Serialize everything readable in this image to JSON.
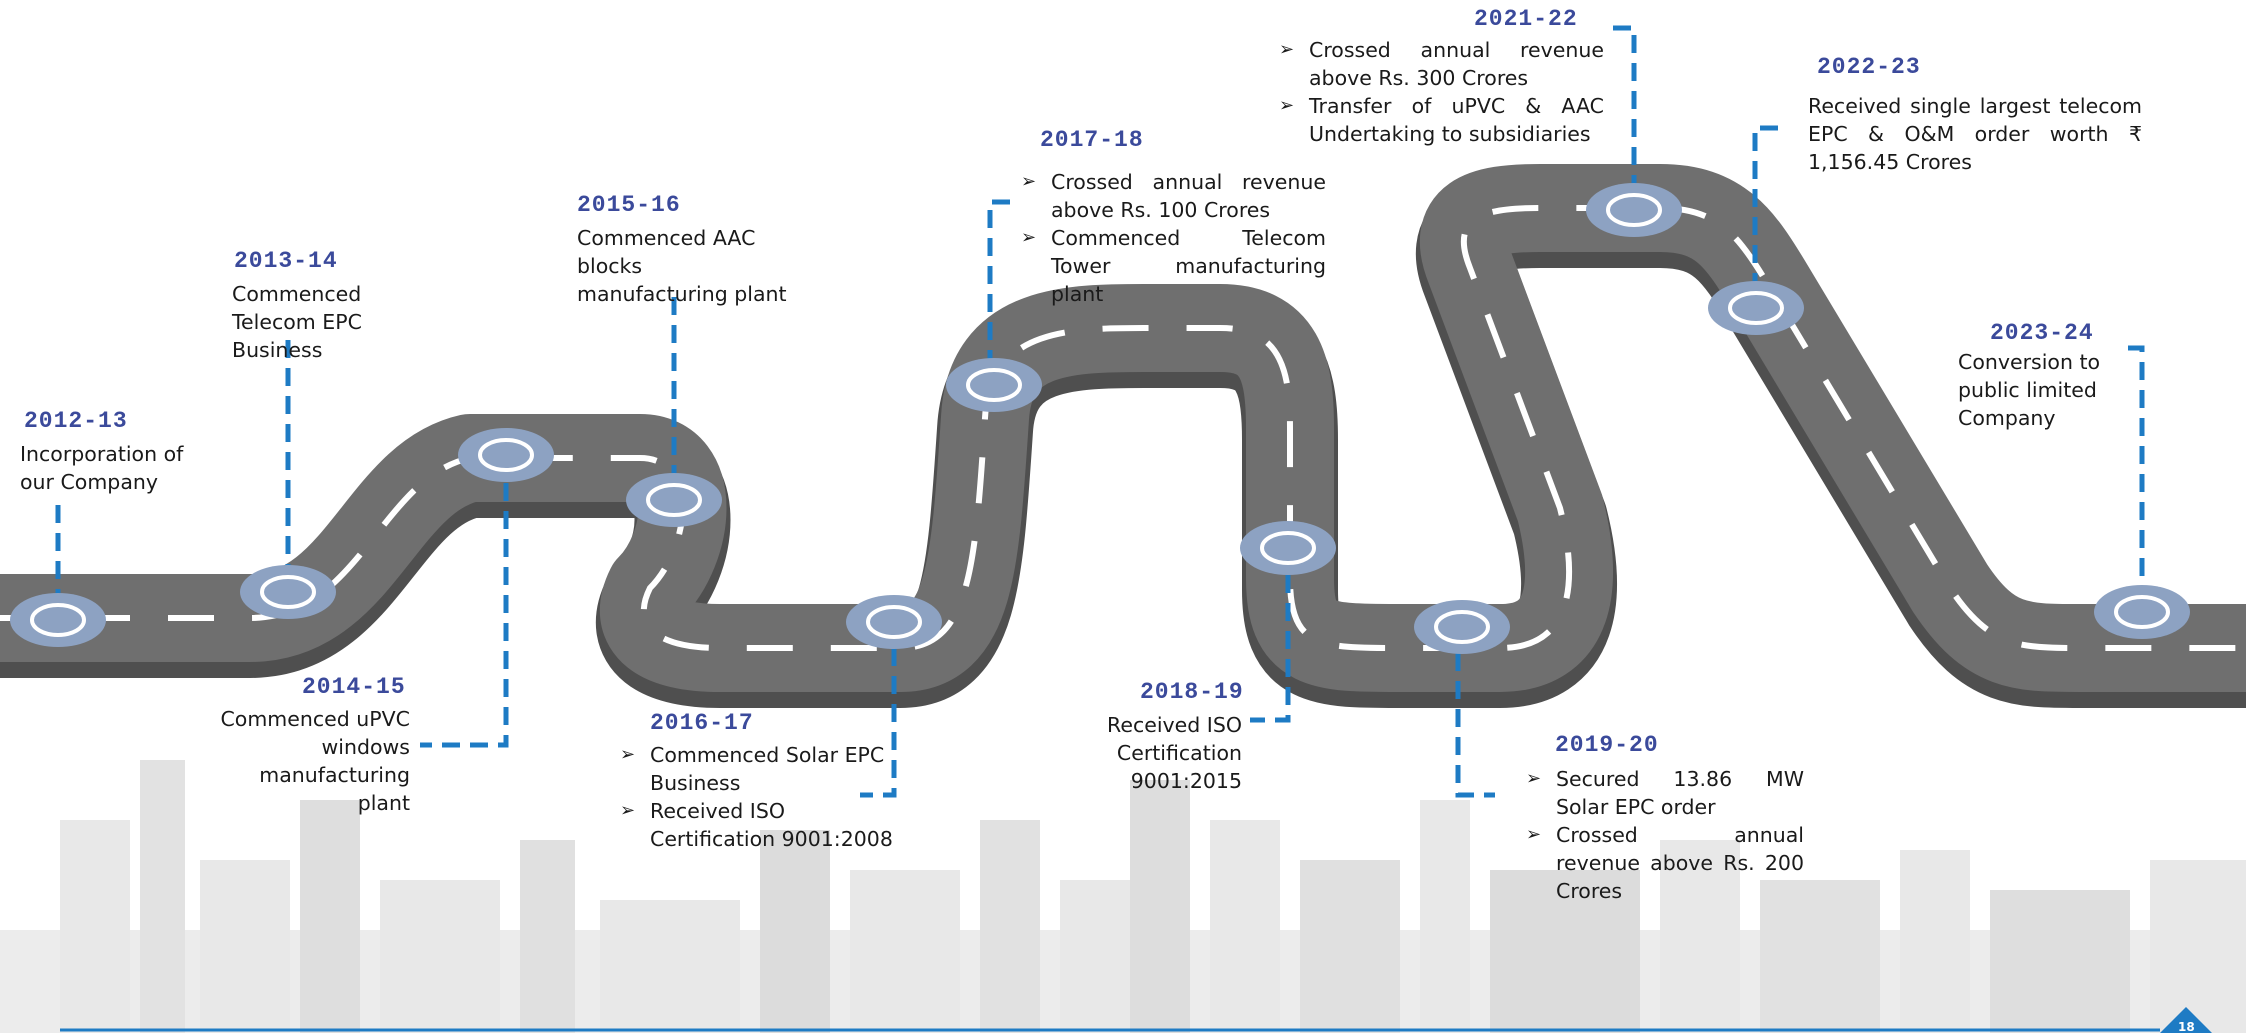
{
  "colors": {
    "road": "#6f6f6f",
    "road_side": "#4f4f4f",
    "marker": "#8da2c2",
    "connector": "#1e7bc4",
    "year": "#3b4a9b",
    "skyline": "#e6e6e6"
  },
  "milestones": [
    {
      "year": "2012-13",
      "lines": [
        "Incorporation of our Company"
      ]
    },
    {
      "year": "2013-14",
      "lines": [
        "Commenced Telecom EPC Business"
      ]
    },
    {
      "year": "2014-15",
      "lines": [
        "Commenced uPVC windows manufacturing plant"
      ]
    },
    {
      "year": "2015-16",
      "lines": [
        "Commenced AAC blocks manufacturing plant"
      ]
    },
    {
      "year": "2016-17",
      "bullets": [
        "Commenced Solar EPC Business",
        "Received ISO Certification 9001:2008"
      ]
    },
    {
      "year": "2017-18",
      "bullets": [
        "Crossed annual revenue above Rs. 100 Crores",
        "Commenced Telecom Tower manufacturing plant"
      ]
    },
    {
      "year": "2018-19",
      "lines": [
        "Received ISO Certification 9001:2015"
      ]
    },
    {
      "year": "2019-20",
      "bullets": [
        "Secured 13.86 MW Solar EPC order",
        "Crossed annual revenue above Rs. 200 Crores"
      ]
    },
    {
      "year": "2021-22",
      "bullets": [
        "Crossed annual revenue above Rs. 300 Crores",
        "Transfer of uPVC & AAC Undertaking to subsidiaries"
      ]
    },
    {
      "year": "2022-23",
      "lines": [
        "Received single largest telecom EPC & O&M order worth ₹ 1,156.45 Crores"
      ]
    },
    {
      "year": "2023-24",
      "lines": [
        "Conversion to public limited Company"
      ]
    }
  ],
  "page_number": "18"
}
